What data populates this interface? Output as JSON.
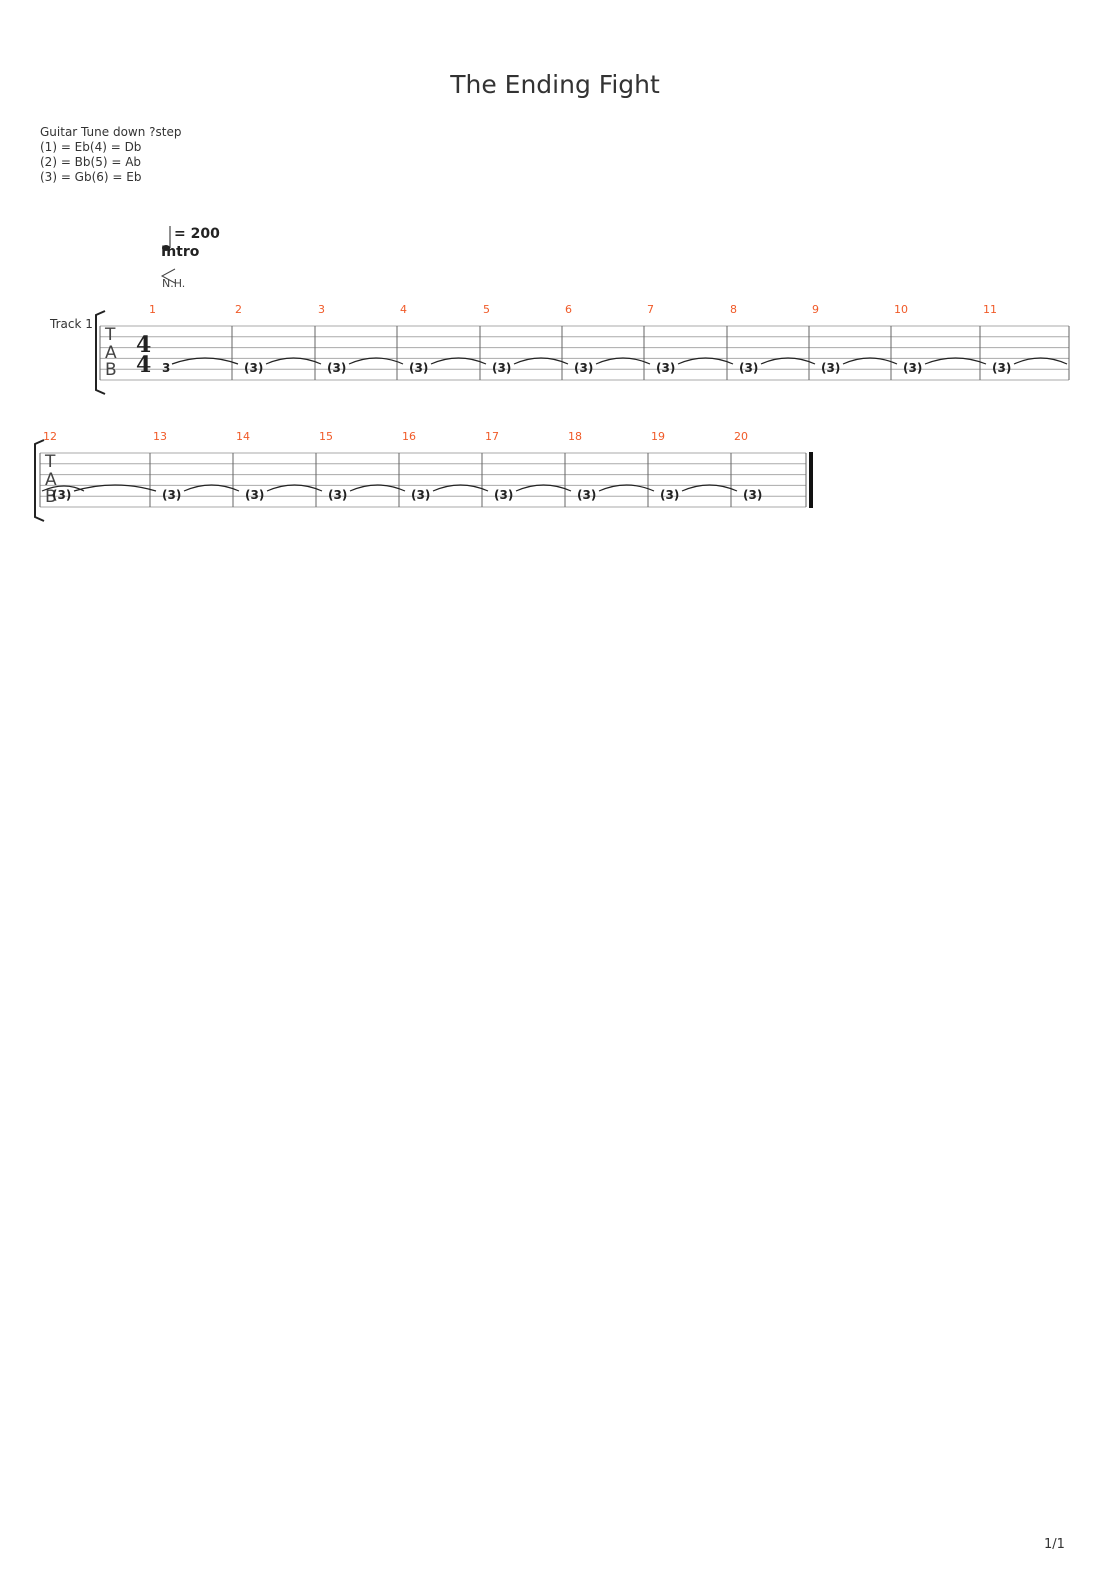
{
  "title": "The Ending Fight",
  "tuning": {
    "header": "Guitar Tune down ?step",
    "lines": [
      "(1) = Eb(4) = Db",
      "(2) = Bb(5) = Ab",
      "(3) = Gb(6) = Eb"
    ]
  },
  "tempo": "= 200",
  "section": "Intro",
  "technique": "N.H.",
  "track_label": "Track 1",
  "tab_letters": [
    "T",
    "A",
    "B"
  ],
  "time_signature": {
    "top": "4",
    "bottom": "4"
  },
  "first_fret": "3",
  "tied_fret": "(3)",
  "systems": [
    {
      "measures": [
        "1",
        "2",
        "3",
        "4",
        "5",
        "6",
        "7",
        "8",
        "9",
        "10",
        "11"
      ]
    },
    {
      "measures": [
        "12",
        "13",
        "14",
        "15",
        "16",
        "17",
        "18",
        "19",
        "20"
      ]
    }
  ],
  "page_number": "1/1"
}
